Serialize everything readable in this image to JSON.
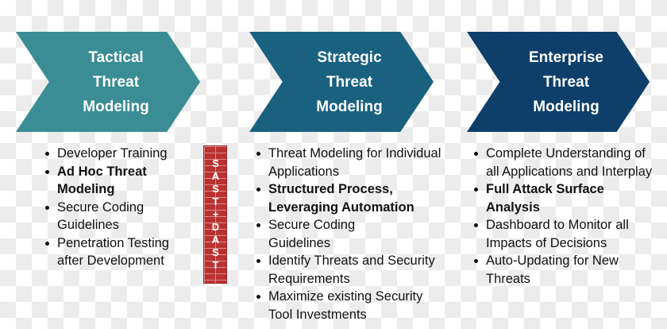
{
  "stages": [
    {
      "title_lines": [
        "Tactical",
        "Threat",
        "Modeling"
      ],
      "color": "#3a8d94",
      "bullets": [
        {
          "text": "Developer Training",
          "bold": false
        },
        {
          "text": "Ad Hoc Threat Modeling",
          "bold": true
        },
        {
          "text": "Secure Coding Guidelines",
          "bold": false
        },
        {
          "text": "Penetration Testing after Development",
          "bold": false
        }
      ]
    },
    {
      "title_lines": [
        "Strategic",
        "Threat",
        "Modeling"
      ],
      "color": "#1a6180",
      "bullets": [
        {
          "text": "Threat Modeling for Individual Applications",
          "bold": false
        },
        {
          "text": "Structured Process, Leveraging Automation",
          "bold": true
        },
        {
          "text": "Secure Coding Guidelines",
          "bold": false
        },
        {
          "text": "Identify Threats and Security Requirements",
          "bold": false
        },
        {
          "text": "Maximize existing Security Tool Investments",
          "bold": false
        }
      ]
    },
    {
      "title_lines": [
        "Enterprise",
        "Threat",
        "Modeling"
      ],
      "color": "#0e3f6b",
      "bullets": [
        {
          "text": "Complete Understanding of all Applications and Interplay",
          "bold": false
        },
        {
          "text": "Full Attack Surface Analysis",
          "bold": true
        },
        {
          "text": "Dashboard to Monitor all Impacts of Decisions",
          "bold": false
        },
        {
          "text": "Auto-Updating for New Threats",
          "bold": false
        }
      ]
    }
  ],
  "wall": {
    "label": "SAST+DAST",
    "color": "#b83232"
  }
}
